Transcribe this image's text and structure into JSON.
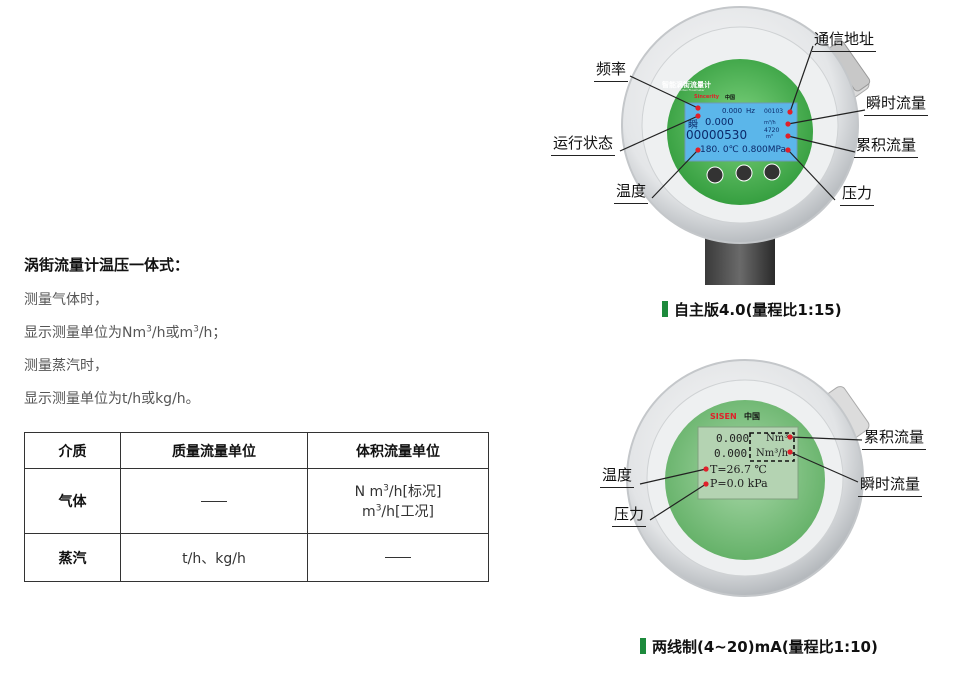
{
  "left": {
    "heading": "涡街流量计温压一体式：",
    "gas_line": "测量气体时，",
    "gas_unit_prefix": "显示测量单位为Nm",
    "gas_unit_mid": "/h或m",
    "gas_unit_suffix": "/h；",
    "sup3": "3",
    "steam_line": "测量蒸汽时，",
    "steam_unit": "显示测量单位为t/h或kg/h。"
  },
  "table": {
    "headers": [
      "介质",
      "质量流量单位",
      "体积流量单位"
    ],
    "rows": [
      {
        "medium": "气体",
        "mass": "",
        "vol_line1_a": "N m",
        "vol_line1_b": "/h[标况]",
        "vol_line2_a": "m",
        "vol_line2_b": "/h[工况]"
      },
      {
        "medium": "蒸汽",
        "mass": "t/h、kg/h",
        "vol": ""
      }
    ]
  },
  "device1": {
    "caption": "自主版4.0(量程比1:15)",
    "labels": {
      "address": "通信地址",
      "frequency": "频率",
      "instant": "瞬时流量",
      "status": "运行状态",
      "cumulative": "累积流量",
      "temperature": "温度",
      "pressure": "压力"
    },
    "screen": {
      "title": "智能涡街流量计",
      "subtitle": "Intelligent Vortex Flowmeter",
      "brand_left": "Sincerity",
      "brand_right": "中国",
      "freq_value": "0.000",
      "freq_unit": "Hz",
      "address_value": "00103",
      "instant_char": "瞬",
      "instant_value": "0.000",
      "instant_unit": "m³/h",
      "total_value": "00000530",
      "total_frac": "4720",
      "total_unit": "m³",
      "temp_value": "180. 0℃",
      "pressure_value": "0.800MPa"
    }
  },
  "device2": {
    "caption": "两线制(4~20)mA(量程比1:10)",
    "labels": {
      "cumulative": "累积流量",
      "temperature": "温度",
      "instant": "瞬时流量",
      "pressure": "压力"
    },
    "screen": {
      "brand_left": "SISEN",
      "brand_right": "中国",
      "row1_value": "0.000",
      "row1_unit": "Nm³",
      "row2_value": "0.000",
      "row2_unit": "Nm³/h",
      "temp_value": "T=26.7 ℃",
      "pressure_value": "P=0.0 kPa"
    }
  },
  "colors": {
    "green_bar": "#1d8a3c",
    "screen_blue": "#4aa8e0",
    "screen_green": "#8fc596",
    "marker_red": "#e0202a"
  }
}
